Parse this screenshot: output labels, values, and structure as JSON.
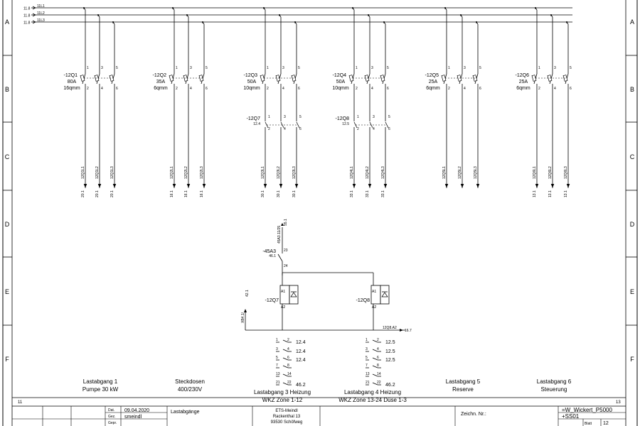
{
  "rows": [
    "A",
    "B",
    "C",
    "D",
    "E",
    "F"
  ],
  "bus": {
    "refs": [
      "11.8",
      "11.8",
      "11.8"
    ],
    "labels": [
      "11L1",
      "11L2",
      "11L3"
    ]
  },
  "breakers": [
    {
      "tag": "-12Q1",
      "lines": [
        "80A",
        "16qmm"
      ],
      "terms": [
        "1",
        "2",
        "3",
        "4",
        "5",
        "6"
      ],
      "wires": [
        "12Q1L1",
        "12Q1L2",
        "12Q1L3"
      ],
      "refs": [
        "20.1",
        "20.1",
        "20.1"
      ]
    },
    {
      "tag": "-12Q2",
      "lines": [
        "35A",
        "6qmm"
      ],
      "terms": [
        "1",
        "2",
        "3",
        "4",
        "5",
        "6"
      ],
      "wires": [
        "12Q2L1",
        "12Q2L2",
        "12Q2L3"
      ],
      "refs": [
        "16.1",
        "16.1",
        "16.1"
      ]
    },
    {
      "tag": "-12Q3",
      "lines": [
        "50A",
        "10qmm"
      ],
      "terms": [
        "1",
        "2",
        "3",
        "4",
        "5",
        "6"
      ],
      "wires": [
        "12Q3L1",
        "12Q3L2",
        "12Q3L3"
      ],
      "refs": [
        "30.1",
        "30.1",
        "30.1"
      ]
    },
    {
      "tag": "-12Q4",
      "lines": [
        "50A",
        "10qmm"
      ],
      "terms": [
        "1",
        "2",
        "3",
        "4",
        "5",
        "6"
      ],
      "wires": [
        "12Q4L1",
        "12Q4L2",
        "12Q4L3"
      ],
      "refs": [
        "33.1",
        "33.1",
        "33.1"
      ]
    },
    {
      "tag": "-12Q5",
      "lines": [
        "25A",
        "6qmm"
      ],
      "terms": [
        "1",
        "2",
        "3",
        "4",
        "5",
        "6"
      ],
      "wires": [
        "12Q5L1",
        "12Q5L2",
        "12Q5L3"
      ],
      "refs": [
        "",
        "",
        ""
      ]
    },
    {
      "tag": "-12Q6",
      "lines": [
        "25A",
        "6qmm"
      ],
      "terms": [
        "1",
        "2",
        "3",
        "4",
        "5",
        "6"
      ],
      "wires": [
        "12Q6L1",
        "12Q6L2",
        "12Q6L3"
      ],
      "refs": [
        "13.1",
        "13.1",
        "13.1"
      ]
    }
  ],
  "contactors": [
    {
      "tag": "-12Q7",
      "ref": "12.4",
      "terms": [
        "1",
        "2",
        "3",
        "4",
        "5",
        "6"
      ]
    },
    {
      "tag": "-12Q8",
      "ref": "12.5",
      "terms": [
        "1",
        "2",
        "3",
        "4",
        "5",
        "6"
      ]
    }
  ],
  "control": {
    "switch_tag": "-45A3",
    "switch_ref": "46.1",
    "t23": "23",
    "t24": "24",
    "top_wire": "45A3.11/25",
    "top_ref": "55.1",
    "left_wire": "XB4.1/",
    "left_ref": "42.1",
    "coil7_tag": "-12Q7",
    "coil8_tag": "-12Q8",
    "a1": "A1",
    "a2": "A2",
    "out_wire": "12Q8.A2",
    "out_ref": "16.7"
  },
  "contacts": [
    {
      "rows": [
        [
          "1",
          "2",
          "12.4"
        ],
        [
          "3",
          "4",
          "12.4"
        ],
        [
          "5",
          "6",
          "12.4"
        ],
        [
          "7",
          "8",
          ""
        ],
        [
          "13",
          "14",
          ""
        ],
        [
          "21",
          "22",
          "46.2"
        ]
      ]
    },
    {
      "rows": [
        [
          "1",
          "2",
          "12.5"
        ],
        [
          "3",
          "4",
          "12.5"
        ],
        [
          "5",
          "6",
          "12.5"
        ],
        [
          "7",
          "8",
          ""
        ],
        [
          "13",
          "14",
          ""
        ],
        [
          "21",
          "22",
          "46.2"
        ]
      ]
    }
  ],
  "descriptions": [
    [
      "Lastabgang 1",
      "Pumpe 30 kW"
    ],
    [
      "Steckdosen",
      "400/230V"
    ],
    [
      "Lastabgang 3 Heizung",
      "WKZ Zone 1-12"
    ],
    [
      "Lastabgang 4 Heizung",
      "WKZ Zone 13-24 Düse 1-3"
    ],
    [
      "Lastabgang 5",
      "Reserve"
    ],
    [
      "Lastabgang 6",
      "Steuerung"
    ]
  ],
  "page_prev": "11",
  "page_next": "13",
  "title_block": {
    "datum_label": "Dat.",
    "datum": "09.04.2020",
    "bearb_label": "Gez.",
    "bearb": "smeindl",
    "gepr_label": "Gepr.",
    "title": "Lastabgänge",
    "company": [
      "ETS-Meindl",
      "Rackenthal 13",
      "93530 Schöfweg"
    ],
    "zeichn_label": "Zeichn. Nr.:",
    "project": "=W_Wickert_P5000",
    "location": "+SS01",
    "blatt_label": "Blatt",
    "blatt": "12"
  }
}
